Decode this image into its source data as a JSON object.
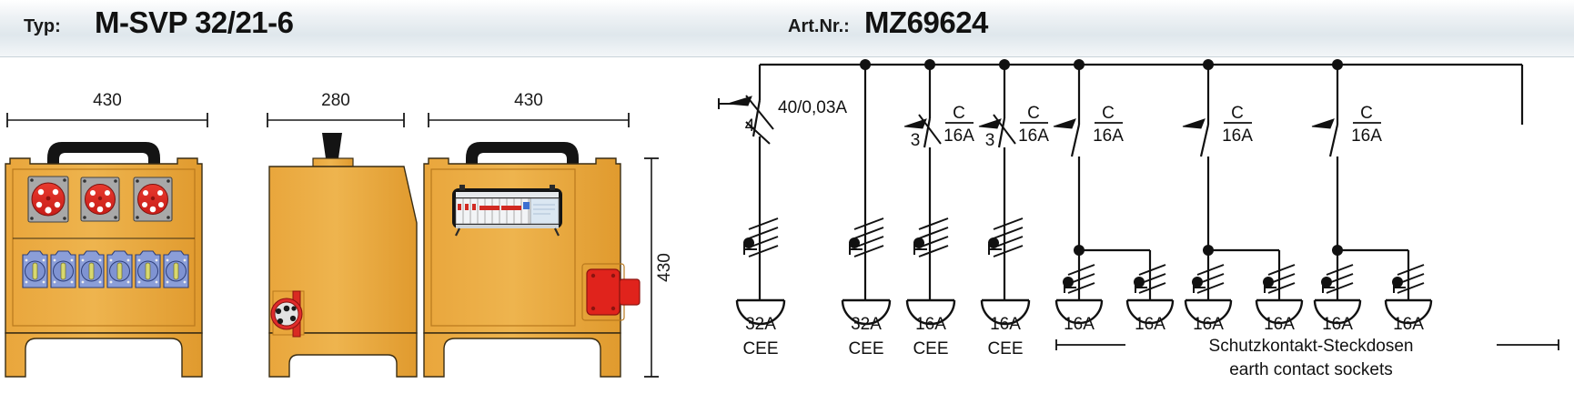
{
  "header": {
    "typ_label": "Typ:",
    "typ_value": "M-SVP 32/21-6",
    "art_label": "Art.Nr.:",
    "art_value": "MZ69624"
  },
  "drawings": {
    "front": {
      "name": "front-view",
      "width_dim": "430",
      "red_sockets": 3,
      "blue_sockets": 6,
      "body_color": "#edaa3f",
      "red_color": "#e02b2b",
      "blue_color": "#7a8fd0"
    },
    "side": {
      "name": "side-view",
      "width_dim": "280",
      "red_socket_color": "#e02b2b"
    },
    "rear": {
      "name": "rear-view",
      "width_dim": "430",
      "height_dim": "430"
    }
  },
  "circuit": {
    "rcd": {
      "rating": "40/0,03A",
      "poles": "4"
    },
    "breakers": [
      {
        "curve": "C",
        "rating": "16A",
        "poles": "3"
      },
      {
        "curve": "C",
        "rating": "16A",
        "poles": "3"
      },
      {
        "curve": "C",
        "rating": "16A",
        "poles": ""
      },
      {
        "curve": "C",
        "rating": "16A",
        "poles": ""
      },
      {
        "curve": "C",
        "rating": "16A",
        "poles": ""
      }
    ],
    "outlets": [
      {
        "rating": "32A",
        "type": "CEE"
      },
      {
        "rating": "32A",
        "type": "CEE"
      },
      {
        "rating": "16A",
        "type": "CEE"
      },
      {
        "rating": "16A",
        "type": "CEE"
      },
      {
        "rating": "16A",
        "type": ""
      },
      {
        "rating": "16A",
        "type": ""
      },
      {
        "rating": "16A",
        "type": ""
      },
      {
        "rating": "16A",
        "type": ""
      },
      {
        "rating": "16A",
        "type": ""
      },
      {
        "rating": "16A",
        "type": ""
      }
    ],
    "bracket_label_de": "Schutzkontakt-Steckdosen",
    "bracket_label_en": "earth contact sockets"
  }
}
